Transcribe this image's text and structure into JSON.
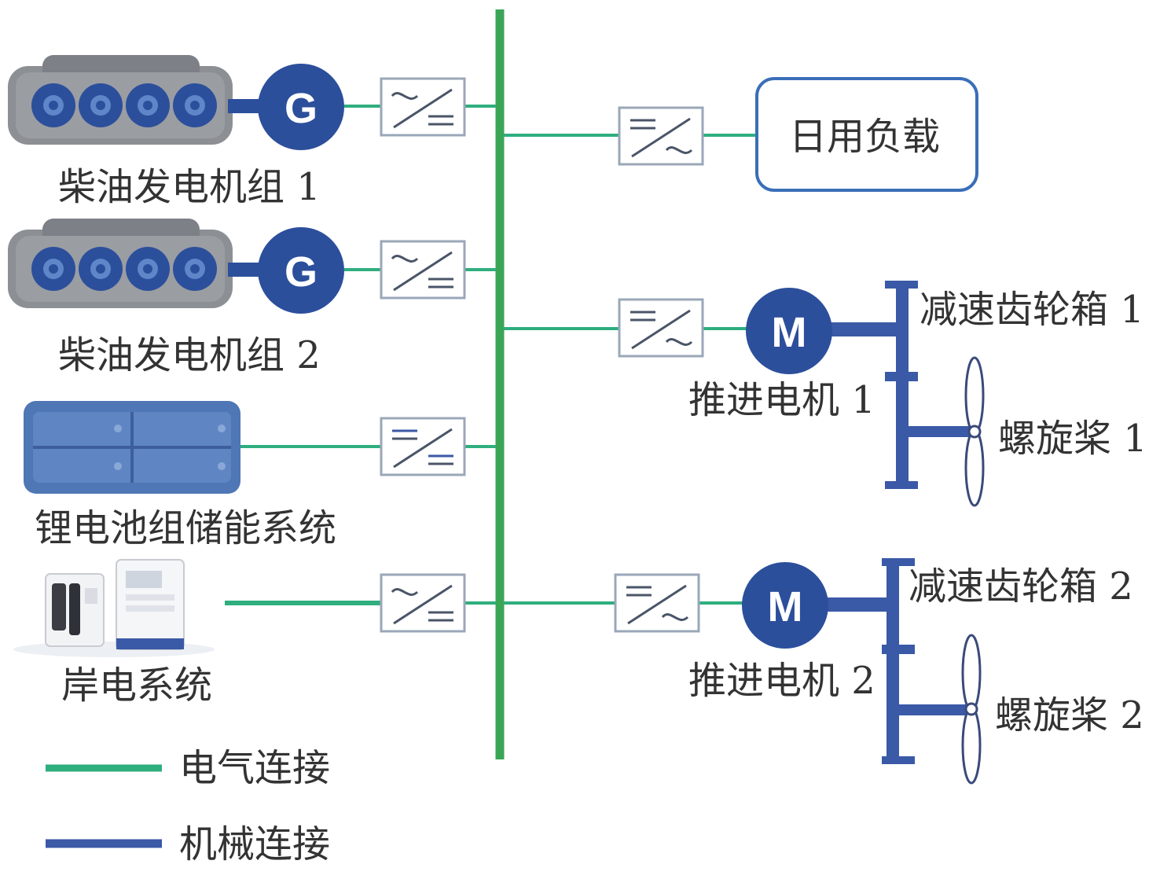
{
  "labels": {
    "diesel_gen_1": "柴油发电机组 1",
    "diesel_gen_2": "柴油发电机组 2",
    "battery": "锂电池组储能系统",
    "shore_power": "岸电系统",
    "daily_load": "日用负载",
    "reducer_1": "减速齿轮箱 1",
    "reducer_2": "减速齿轮箱 2",
    "motor_1": "推进电机 1",
    "motor_2": "推进电机 2",
    "propeller_1": "螺旋桨 1",
    "propeller_2": "螺旋桨 2",
    "generator_symbol": "G",
    "motor_symbol": "M"
  },
  "legend": {
    "electrical": "电气连接",
    "mechanical": "机械连接"
  },
  "colors": {
    "electrical": "#2fae7e",
    "bus": "#3aa655",
    "mechanical": "#3a59a6",
    "machine_fill": "#2c4f9c",
    "engine_body": "#8c8f94",
    "converter_border": "#9aa7b8",
    "load_border": "#3a6fb8",
    "battery_fill": "#4f76b5",
    "text": "#333333"
  },
  "icons": {
    "converter_ac_dc": "ac-dc-converter-icon",
    "converter_dc_ac": "dc-ac-converter-icon",
    "converter_dc_dc": "dc-dc-converter-icon",
    "engine": "diesel-engine-icon",
    "battery": "battery-pack-icon",
    "shore": "shore-power-charger-icon",
    "propeller": "propeller-icon"
  }
}
